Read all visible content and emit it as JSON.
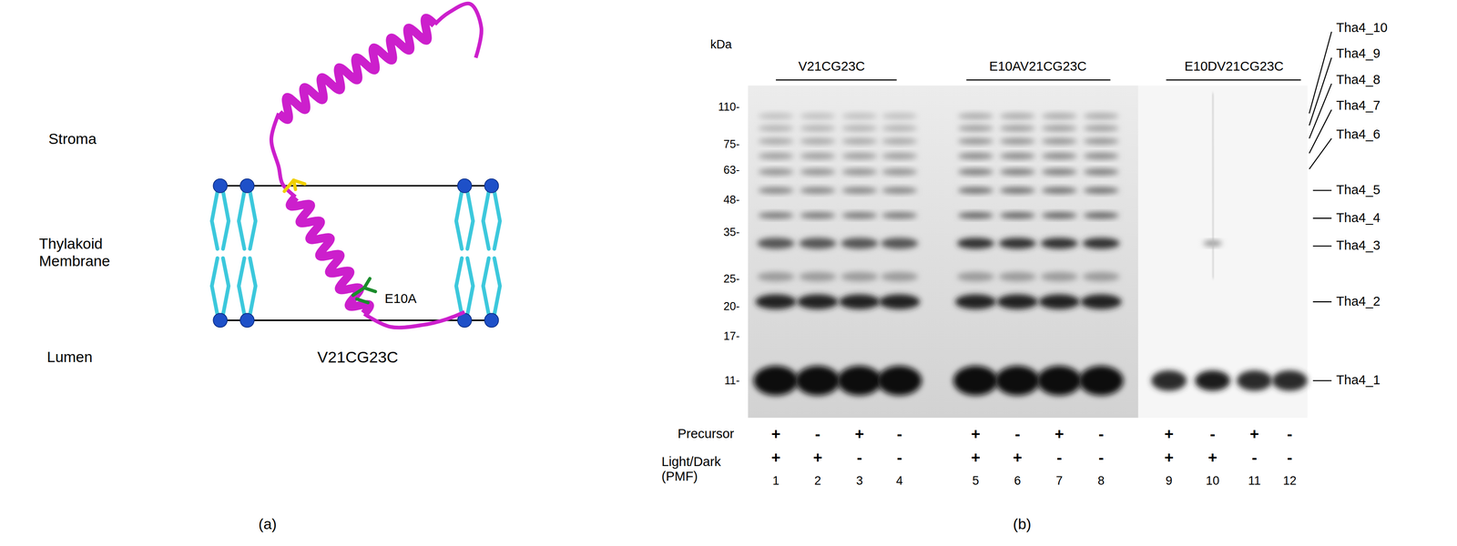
{
  "diagram": {
    "labels": [
      "Stroma",
      "Thylakoid Membrane",
      "Lumen",
      "E10A",
      "V21CG23C",
      "(a)",
      "kDa",
      "110-",
      "75-",
      "63-",
      "48-",
      "35-",
      "25-",
      "20-",
      "17-",
      "11-",
      "V21CG23C",
      "E10AV21CG23C",
      "E10DV21CG23C",
      "Tha4_10",
      "Tha4_9",
      "Tha4_8",
      "Tha4_7",
      "Tha4_6",
      "Tha4_5",
      "Tha4_4",
      "Tha4_3",
      "Tha4_2",
      "Tha4_1",
      "Precursor",
      "Light/Dark (PMF)",
      "+",
      "-",
      "+",
      "-",
      "+",
      "-",
      "+",
      "-",
      "+",
      "-",
      "+",
      "-",
      "+",
      "+",
      "-",
      "-",
      "+",
      "+",
      "-",
      "-",
      "+",
      "+",
      "-",
      "-",
      "1",
      "2",
      "3",
      "4",
      "5",
      "6",
      "7",
      "8",
      "9",
      "10",
      "11",
      "12",
      "(b)"
    ]
  }
}
